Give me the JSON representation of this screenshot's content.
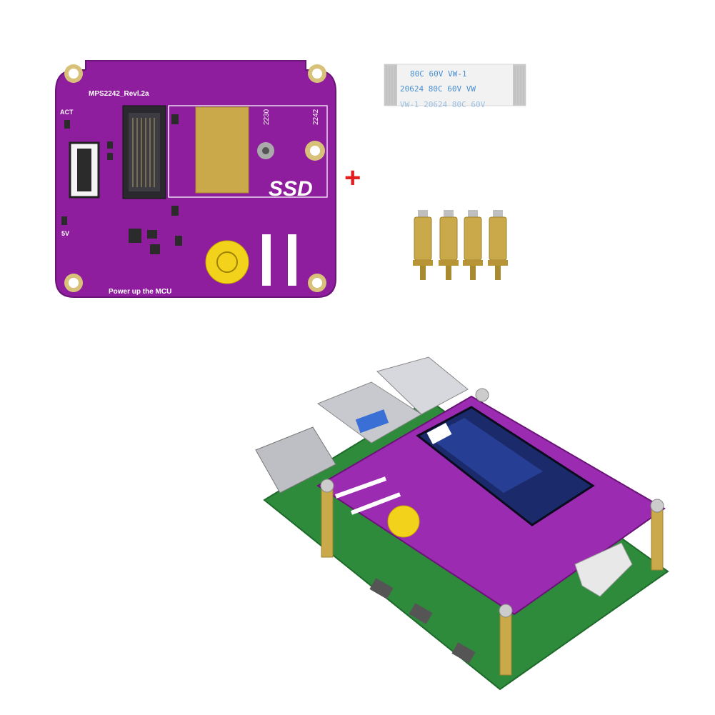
{
  "board": {
    "model_label": "MPS2242_Revl.2a",
    "act_label": "ACT",
    "v5_label": "5V",
    "size_2230": "2230",
    "size_2242": "2242",
    "ssd_label": "SSD",
    "mcu_label": "Power up the MCU"
  },
  "plus_sign": "+",
  "cable": {
    "line1": "80C  60V  VW-1",
    "line2": "20624  80C  60V  VW",
    "line3": "VW-1  20624  80C  60V"
  },
  "standoffs": {
    "count": 4
  },
  "colors": {
    "pcb": "#8e1e9e",
    "pcb_edge": "#6a1477",
    "gold": "#c9a94a",
    "green_pcb": "#2e8b3c",
    "plus": "#e02020"
  }
}
